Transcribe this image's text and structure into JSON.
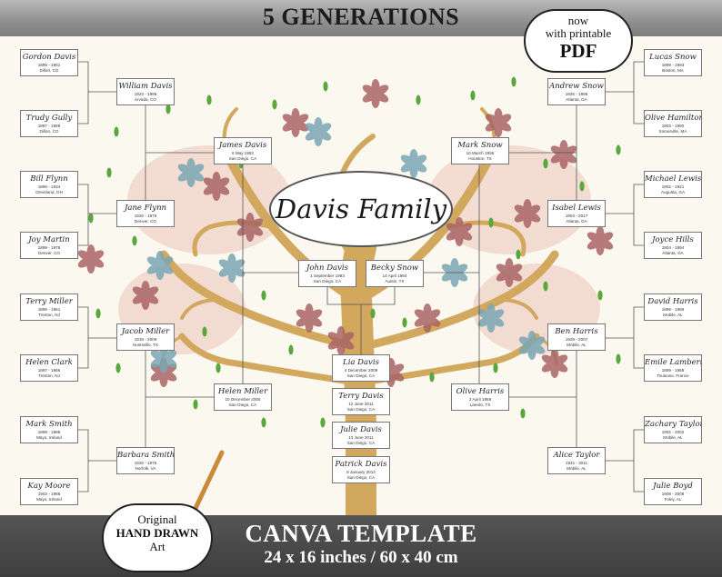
{
  "header": {
    "title": "5 GENERATIONS"
  },
  "pdf_badge": {
    "line1": "now",
    "line2": "with printable",
    "line3": "PDF"
  },
  "art_badge": {
    "line1": "Original",
    "line2": "HAND DRAWN",
    "line3": "Art"
  },
  "footer": {
    "title": "CANVA TEMPLATE",
    "size": "24 x 16 inches / 60 x 40 cm"
  },
  "family_title": "Davis Family",
  "colors": {
    "leaf_green": "#5aa83c",
    "flower_red": "#a86464",
    "flower_blue": "#7aa6b4",
    "trunk": "#d2a85e",
    "background": "#fbf9ef"
  },
  "people": {
    "gordon": {
      "name": "Gordon Davis",
      "dates": "1895 - 1961",
      "place": "Dillon, CO"
    },
    "trudy": {
      "name": "Trudy Gully",
      "dates": "1897 - 1988",
      "place": "Dillon, CO"
    },
    "bill": {
      "name": "Bill Flynn",
      "dates": "1896 - 1934",
      "place": "Cleveland, OH"
    },
    "joy": {
      "name": "Joy Martin",
      "dates": "1899 - 1976",
      "place": "Denver, CO"
    },
    "terry_m": {
      "name": "Terry Miller",
      "dates": "1895 - 1961",
      "place": "Trenton, NJ"
    },
    "helen_c": {
      "name": "Helen Clark",
      "dates": "1897 - 1966",
      "place": "Trenton, NJ"
    },
    "mark_s": {
      "name": "Mark Smith",
      "dates": "1899 - 1988",
      "place": "Mayo, Ireland"
    },
    "kay": {
      "name": "Kay Moore",
      "dates": "1903 - 1988",
      "place": "Mayo, Ireland"
    },
    "william": {
      "name": "William Davis",
      "dates": "1923 - 1995",
      "place": "Arvada, CO"
    },
    "jane": {
      "name": "Jane Flynn",
      "dates": "1926 - 1976",
      "place": "Denver, CO"
    },
    "jacob": {
      "name": "Jacob Miller",
      "dates": "1919 - 2009",
      "place": "Huntsville, TX"
    },
    "barbara": {
      "name": "Barbara Smith",
      "dates": "1926 - 1976",
      "place": "Norfolk, VA"
    },
    "james": {
      "name": "James Davis",
      "dates": "6 May 1953",
      "place": "San Diego, CA"
    },
    "helen_m": {
      "name": "Helen Miller",
      "dates": "10 December 2005",
      "place": "San Diego, CA"
    },
    "john": {
      "name": "John Davis",
      "dates": "1 September 1983",
      "place": "San Diego, CA"
    },
    "becky": {
      "name": "Becky Snow",
      "dates": "14 April 1984",
      "place": "Austin, TX"
    },
    "lia": {
      "name": "Lia Davis",
      "dates": "4 December 2009",
      "place": "San Diego, CA"
    },
    "terry_d": {
      "name": "Terry Davis",
      "dates": "12 June 2011",
      "place": "San Diego, CA"
    },
    "julie_d": {
      "name": "Julie Davis",
      "dates": "13 June 2011",
      "place": "San Diego, CA"
    },
    "patrick": {
      "name": "Patrick Davis",
      "dates": "8 January 2014",
      "place": "San Diego, CA"
    },
    "mark_snow": {
      "name": "Mark Snow",
      "dates": "10 March 1956",
      "place": "Houston, TX"
    },
    "olive_h": {
      "name": "Olive Harris",
      "dates": "2 April 1959",
      "place": "Laredo, TX"
    },
    "andrew": {
      "name": "Andrew Snow",
      "dates": "1926 - 1996",
      "place": "Atlanta, GA"
    },
    "isabel": {
      "name": "Isabel Lewis",
      "dates": "1903 - 2017",
      "place": "Atlanta, GA"
    },
    "ben": {
      "name": "Ben Harris",
      "dates": "1929 - 2007",
      "place": "Mobile, AL"
    },
    "alice": {
      "name": "Alice Taylor",
      "dates": "1931 - 2011",
      "place": "Mobile, AL"
    },
    "lucas": {
      "name": "Lucas Snow",
      "dates": "1899 - 1993",
      "place": "Boston, MA"
    },
    "olive_hm": {
      "name": "Olive Hamilton",
      "dates": "1903 - 1990",
      "place": "Somerville, MA"
    },
    "michael": {
      "name": "Michael Lewis",
      "dates": "1902 - 1921",
      "place": "Augusta, GA"
    },
    "joyce": {
      "name": "Joyce Hills",
      "dates": "1904 - 1994",
      "place": "Atlanta, GA"
    },
    "david": {
      "name": "David Harris",
      "dates": "1899 - 1986",
      "place": "Mobile, AL"
    },
    "emile": {
      "name": "Emile Lambert",
      "dates": "1899 - 1968",
      "place": "Toulouse, France"
    },
    "zachary": {
      "name": "Zachary Taylor",
      "dates": "1902 - 2002",
      "place": "Mobile, AL"
    },
    "julie_b": {
      "name": "Julie Boyd",
      "dates": "1908 - 2008",
      "place": "Foley, AL"
    }
  }
}
